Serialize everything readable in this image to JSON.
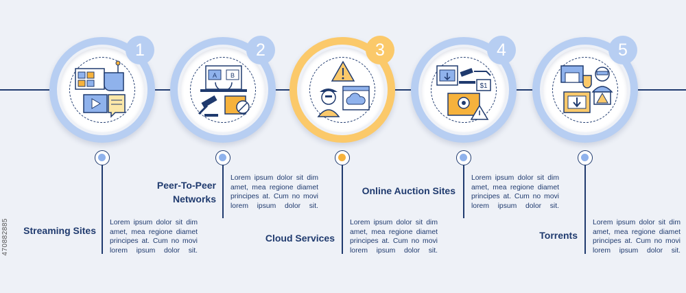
{
  "colors": {
    "background": "#eef1f7",
    "ring": "#b7cef2",
    "ring_active": "#fbc96a",
    "navy": "#1f3a6e",
    "accent_blue": "#8fb2ec",
    "accent_yellow": "#f6b23c"
  },
  "steps": [
    {
      "number": "1",
      "title": "Streaming Sites",
      "icon": "streaming-icon",
      "description": "Lorem ipsum dolor sit dim amet, mea regione diamet principes at. Cum no movi lorem ipsum dolor sit."
    },
    {
      "number": "2",
      "title": "Peer-To-Peer Networks",
      "icon": "peer-to-peer-icon",
      "description": "Lorem ipsum dolor sit dim amet, mea regione diamet principes at. Cum no movi lorem ipsum dolor sit."
    },
    {
      "number": "3",
      "title": "Cloud Services",
      "icon": "cloud-pirate-icon",
      "description": "Lorem ipsum dolor sit dim amet, mea regione diamet principes at. Cum no movi lorem ipsum dolor sit."
    },
    {
      "number": "4",
      "title": "Online Auction Sites",
      "icon": "auction-icon",
      "description": "Lorem ipsum dolor sit dim amet, mea regione diamet principes at. Cum no movi lorem ipsum dolor sit."
    },
    {
      "number": "5",
      "title": "Torrents",
      "icon": "torrent-download-icon",
      "description": "Lorem ipsum dolor sit dim amet, mea regione diamet principes at. Cum no movi lorem ipsum dolor sit."
    }
  ],
  "watermark": "470882885"
}
